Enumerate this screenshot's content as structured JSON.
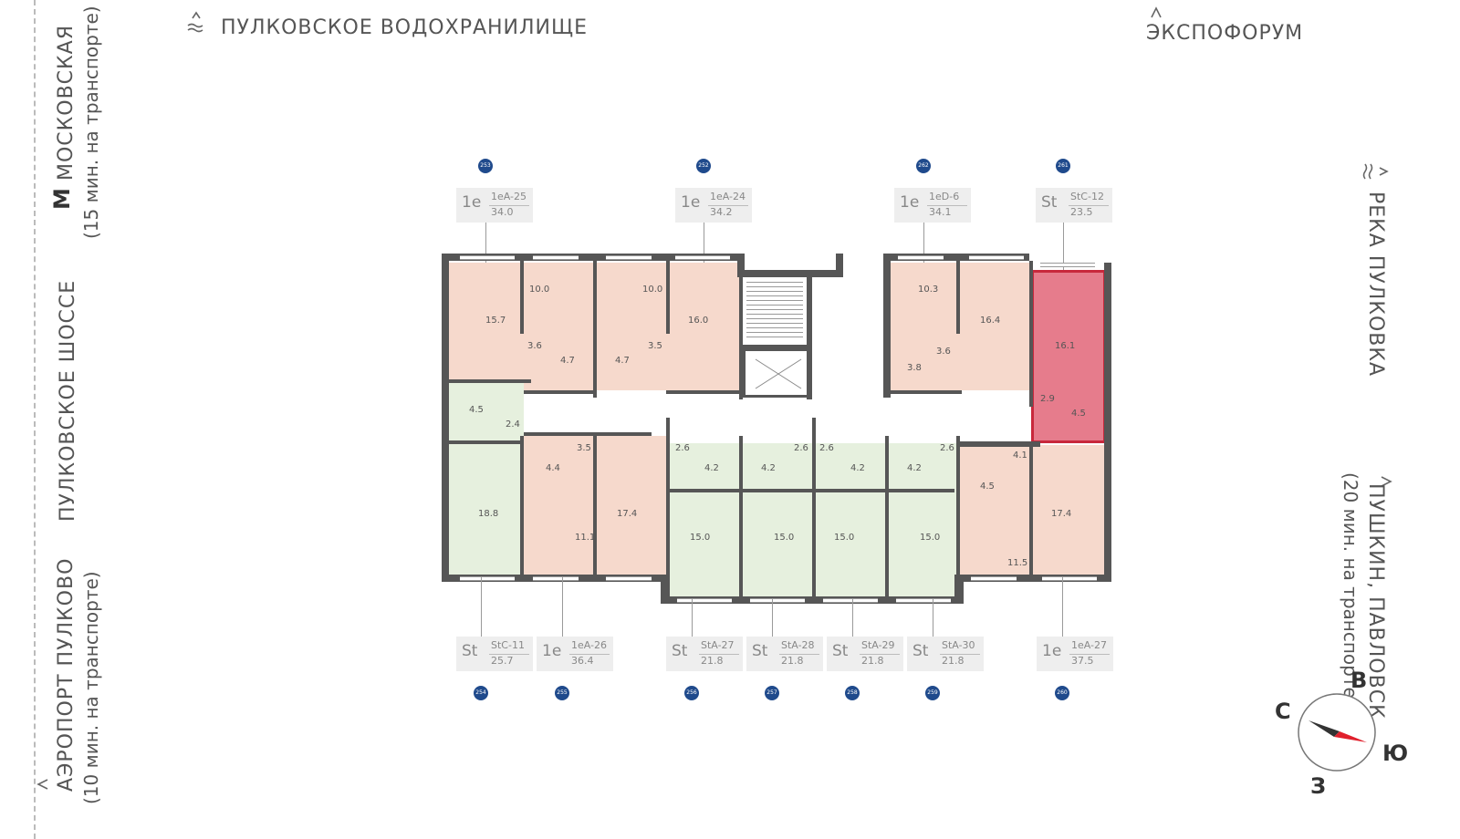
{
  "landmarks": {
    "top_left": "ПУЛКОВСКОЕ ВОДОХРАНИЛИЩЕ",
    "top_right": "ЭКСПОФОРУМ",
    "left_1_title": "МОСКОВСКАЯ",
    "left_1_sub": "(15 мин. на транспорте)",
    "left_2_title": "ПУЛКОВСКОЕ ШОССЕ",
    "left_3_title": "АЭРОПОРТ ПУЛКОВО",
    "left_3_sub": "(10 мин. на транспорте)",
    "right_1_title": "РЕКА ПУЛКОВКА",
    "right_2_title": "ПУШКИН, ПАВЛОВСК",
    "right_2_sub": "(20 мин. на транспорте)",
    "metro_letter": "M"
  },
  "compass": {
    "n": "С",
    "e": "В",
    "s": "Ю",
    "w": "З"
  },
  "units_top": [
    {
      "num": "253",
      "type": "1e",
      "code": "1eA-25",
      "area": "34.0"
    },
    {
      "num": "252",
      "type": "1e",
      "code": "1eA-24",
      "area": "34.2"
    },
    {
      "num": "262",
      "type": "1e",
      "code": "1eD-6",
      "area": "34.1"
    },
    {
      "num": "261",
      "type": "St",
      "code": "StC-12",
      "area": "23.5"
    }
  ],
  "units_bottom": [
    {
      "num": "254",
      "type": "St",
      "code": "StC-11",
      "area": "25.7"
    },
    {
      "num": "255",
      "type": "1e",
      "code": "1eA-26",
      "area": "36.4"
    },
    {
      "num": "256",
      "type": "St",
      "code": "StA-27",
      "area": "21.8"
    },
    {
      "num": "257",
      "type": "St",
      "code": "StA-28",
      "area": "21.8"
    },
    {
      "num": "258",
      "type": "St",
      "code": "StA-29",
      "area": "21.8"
    },
    {
      "num": "259",
      "type": "St",
      "code": "StA-30",
      "area": "21.8"
    },
    {
      "num": "260",
      "type": "1e",
      "code": "1eA-27",
      "area": "37.5"
    }
  ],
  "rooms": [
    "15.7",
    "10.0",
    "10.0",
    "16.0",
    "3.6",
    "4.7",
    "4.7",
    "3.5",
    "10.3",
    "16.4",
    "3.6",
    "3.8",
    "16.1",
    "2.9",
    "4.5",
    "4.5",
    "2.4",
    "18.8",
    "3.5",
    "4.4",
    "11.1",
    "17.4",
    "2.6",
    "4.2",
    "4.2",
    "2.6",
    "2.6",
    "4.2",
    "4.2",
    "2.6",
    "15.0",
    "15.0",
    "15.0",
    "15.0",
    "4.1",
    "4.5",
    "17.4",
    "11.5"
  ],
  "colors": {
    "salmon": "#f6d9cc",
    "green": "#e6f0de",
    "highlight": "#e67c8c",
    "highlight_border": "#c8283c",
    "walls": "#565656",
    "badge": "#1f4a8c"
  }
}
